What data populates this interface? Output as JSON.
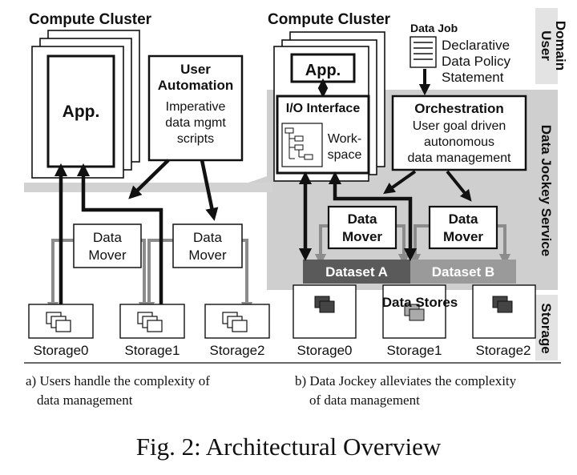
{
  "colors": {
    "band": "#d2d2d2",
    "jockey_bg": "#cfcfcf",
    "dataset_a": "#5a5a5a",
    "dataset_b": "#9a9a9a",
    "arrow_light": "#8c8c8c",
    "arrow_dark": "#111111"
  },
  "left_panel": {
    "cluster_title": "Compute Cluster",
    "app_label": "App.",
    "user_automation": {
      "title_line1": "User",
      "title_line2": "Automation",
      "desc_line1": "Imperative",
      "desc_line2": "data mgmt",
      "desc_line3": "scripts"
    },
    "movers": [
      {
        "line1": "Data",
        "line2": "Mover"
      },
      {
        "line1": "Data",
        "line2": "Mover"
      }
    ],
    "storages": [
      "Storage0",
      "Storage1",
      "Storage2"
    ],
    "caption_line1": "a) Users handle the complexity of",
    "caption_line2": "data management"
  },
  "right_panel": {
    "cluster_title": "Compute Cluster",
    "app_label": "App.",
    "io_interface": "I/O Interface",
    "workspace_line1": "Work-",
    "workspace_line2": "space",
    "data_job": {
      "title": "Data Job",
      "line1": "Declarative",
      "line2": "Data Policy",
      "line3": "Statement"
    },
    "orchestration": {
      "title": "Orchestration",
      "line1": "User goal driven",
      "line2": "autonomous",
      "line3": "data management"
    },
    "movers": [
      {
        "line1": "Data",
        "line2": "Mover"
      },
      {
        "line1": "Data",
        "line2": "Mover"
      }
    ],
    "dataset_a": "Dataset A",
    "dataset_b": "Dataset B",
    "data_stores": "Data Stores",
    "storages": [
      "Storage0",
      "Storage1",
      "Storage2"
    ],
    "caption_line1": "b) Data Jockey alleviates the complexity",
    "caption_line2": "of data management"
  },
  "side_labels": {
    "user_domain_line1": "User",
    "user_domain_line2": "Domain",
    "service": "Data Jockey Service",
    "storage": "Storage"
  },
  "figure_caption": "Fig. 2: Architectural Overview"
}
